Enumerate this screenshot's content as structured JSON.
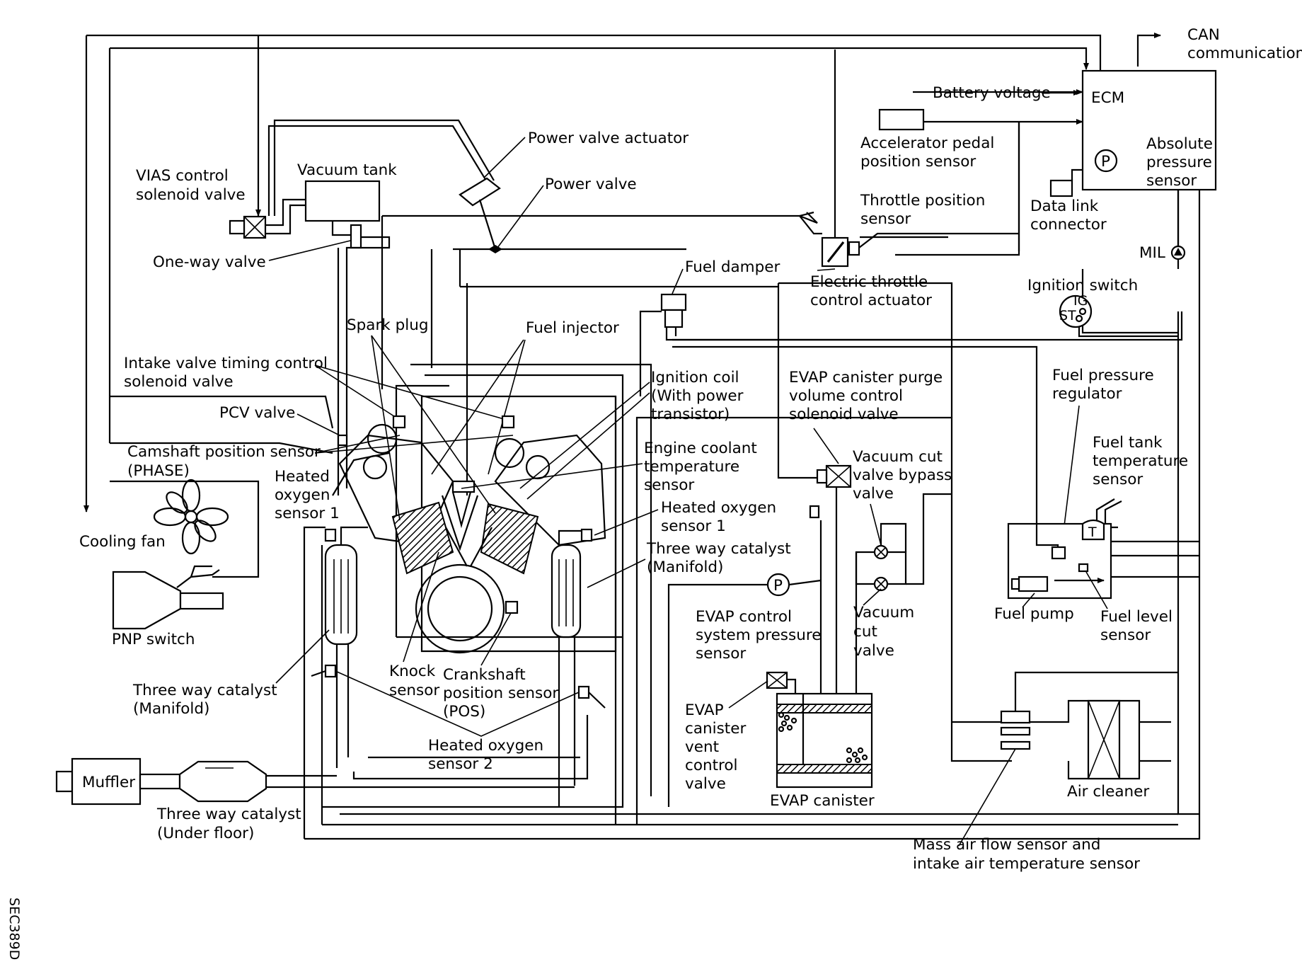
{
  "figure_code": "SEC389D",
  "labels": {
    "can": [
      "CAN",
      "communication"
    ],
    "ecm": "ECM",
    "battery": "Battery voltage",
    "app_sensor": [
      "Accelerator pedal",
      "position sensor"
    ],
    "abs_pressure": [
      "Absolute",
      "pressure",
      "sensor"
    ],
    "p_symbol": "P",
    "data_link": [
      "Data link",
      "connector"
    ],
    "throttle_pos": [
      "Throttle position",
      "sensor"
    ],
    "mil": "MIL",
    "ignition_switch": "Ignition switch",
    "ig": "IG",
    "st": "ST",
    "power_valve_actuator": "Power valve actuator",
    "power_valve": "Power valve",
    "vias": [
      "VIAS control",
      "solenoid valve"
    ],
    "vacuum_tank": "Vacuum tank",
    "one_way": "One-way valve",
    "fuel_damper": "Fuel damper",
    "etc_actuator": [
      "Electric throttle",
      "control actuator"
    ],
    "spark_plug": "Spark plug",
    "fuel_injector": "Fuel injector",
    "ivtc": [
      "Intake valve timing control",
      "solenoid valve"
    ],
    "pcv": "PCV valve",
    "cmp": [
      "Camshaft position sensor",
      "(PHASE)"
    ],
    "ho2s1_left": [
      "Heated",
      "oxygen",
      "sensor 1"
    ],
    "cooling_fan": "Cooling fan",
    "pnp": "PNP switch",
    "ignition_coil": [
      "Ignition coil",
      "(With power",
      "transistor)"
    ],
    "ect": [
      "Engine coolant",
      "temperature",
      "sensor"
    ],
    "ho2s1_right": [
      "Heated oxygen",
      "sensor 1"
    ],
    "twc_manifold_right": [
      "Three way catalyst",
      "(Manifold)"
    ],
    "evap_purge": [
      "EVAP canister purge",
      "volume control",
      "solenoid valve"
    ],
    "vacuum_cut_bypass": [
      "Vacuum cut",
      "valve bypass",
      "valve"
    ],
    "fpr": [
      "Fuel pressure",
      "regulator"
    ],
    "ftt": [
      "Fuel tank",
      "temperature",
      "sensor"
    ],
    "t_symbol": "T",
    "evap_pressure": [
      "EVAP control",
      "system pressure",
      "sensor"
    ],
    "vacuum_cut": [
      "Vacuum",
      "cut",
      "valve"
    ],
    "fuel_pump": "Fuel pump",
    "fuel_level": [
      "Fuel level",
      "sensor"
    ],
    "knock": [
      "Knock",
      "sensor"
    ],
    "ckp": [
      "Crankshaft",
      "position sensor",
      "(POS)"
    ],
    "twc_manifold_left": [
      "Three way catalyst",
      "(Manifold)"
    ],
    "evap_vent": [
      "EVAP",
      "canister",
      "vent",
      "control",
      "valve"
    ],
    "ho2s2": [
      "Heated oxygen",
      "sensor 2"
    ],
    "muffler": "Muffler",
    "twc_underfloor": [
      "Three way catalyst",
      "(Under floor)"
    ],
    "evap_canister": "EVAP canister",
    "air_cleaner": "Air cleaner",
    "maf": [
      "Mass air flow sensor and",
      "intake air temperature sensor"
    ]
  }
}
